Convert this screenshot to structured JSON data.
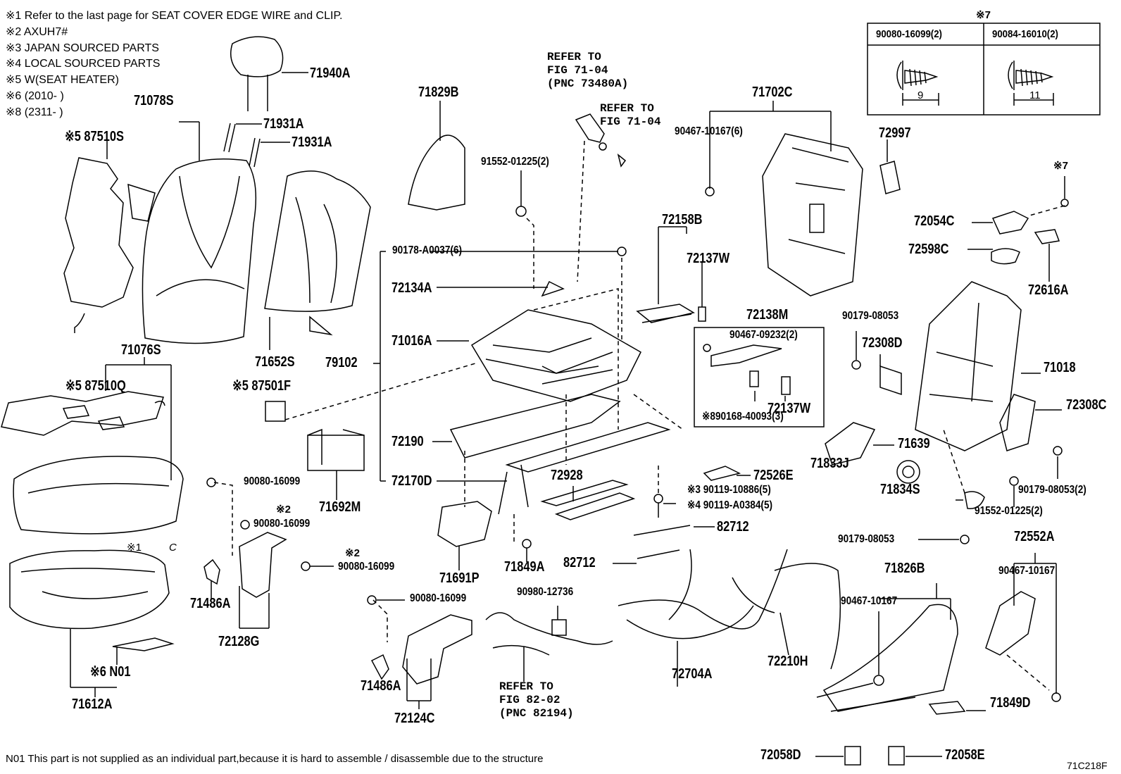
{
  "notes": [
    "※1 Refer to the last page for SEAT COVER EDGE WIRE and CLIP.",
    "※2 AXUH7#",
    "※3 JAPAN SOURCED PARTS",
    "※4 LOCAL SOURCED PARTS",
    "※5 W(SEAT HEATER)",
    "※6 (2010-        )",
    "※8 (2311-        )"
  ],
  "footnote": "N01 This part is not supplied as an individual part,because it is hard to assemble / disassemble due to the structure",
  "figure_code": "71C218F",
  "fastener_table": {
    "title": "※7",
    "col1": "90080-16099(2)",
    "col2": "90084-16010(2)",
    "dim1": "9",
    "dim2": "11"
  },
  "refs": {
    "r1": "REFER TO\nFIG 71-04\n(PNC 73480A)",
    "r2": "REFER TO\nFIG 71-04",
    "r3": "REFER TO\nFIG 82-02\n(PNC 82194)"
  },
  "labels": {
    "p71940A": "71940A",
    "p71078S": "71078S",
    "p87510S": "※5 87510S",
    "p71931A_1": "71931A",
    "p71931A_2": "71931A",
    "p71829B": "71829B",
    "p71702C": "71702C",
    "p90467_10167_6": "90467-10167(6)",
    "p72997": "72997",
    "s7b": "※7",
    "p91552_01225_2": "91552-01225(2)",
    "p72054C": "72054C",
    "p72598C": "72598C",
    "p72616A": "72616A",
    "p90178": "90178-A0037(6)",
    "p72158B": "72158B",
    "p72137W_1": "72137W",
    "p72134A": "72134A",
    "p72138M": "72138M",
    "p90179_08053_a": "90179-08053",
    "p71016A": "71016A",
    "p90467_09232": "90467-09232(2)",
    "p72308D": "72308D",
    "p71076S": "71076S",
    "p71652S": "71652S",
    "p79102": "79102",
    "p71018": "71018",
    "p87510Q": "※5 87510Q",
    "p87501F": "※5 87501F",
    "p72137W_2": "72137W",
    "p90168": "※890168-40093(3)",
    "p72308C": "72308C",
    "p72190": "72190",
    "p71639": "71639",
    "p71833J": "71833J",
    "p72526E": "72526E",
    "p72928": "72928",
    "p72170D": "72170D",
    "p90080_a": "90080-16099",
    "p90119_1": "※3 90119-10886(5)",
    "p90119_2": "※4 90119-A0384(5)",
    "p71834S": "71834S",
    "p90179_08053_2": "90179-08053(2)",
    "p71692M": "71692M",
    "p91552_b": "91552-01225(2)",
    "s2a": "※2",
    "p90080_b": "90080-16099",
    "p82712_1": "82712",
    "p90179_08053_c": "90179-08053",
    "p72552A": "72552A",
    "s1": "※1",
    "s1c": "C",
    "s2b": "※2",
    "p90080_c": "90080-16099",
    "p82712_2": "82712",
    "p71849A": "71849A",
    "p71826B": "71826B",
    "p90467_10167_b": "90467-10167",
    "p71691P": "71691P",
    "p90467_10167_c": "90467-10167",
    "p71486A_1": "71486A",
    "p90980": "90980-12736",
    "p90080_d": "90080-16099",
    "p72128G": "72128G",
    "p72210H": "72210H",
    "pN01": "※6 N01",
    "p72704A": "72704A",
    "p71486A_2": "71486A",
    "p71612A": "71612A",
    "p71849D": "71849D",
    "p72124C": "72124C",
    "p72058D": "72058D",
    "p72058E": "72058E"
  }
}
